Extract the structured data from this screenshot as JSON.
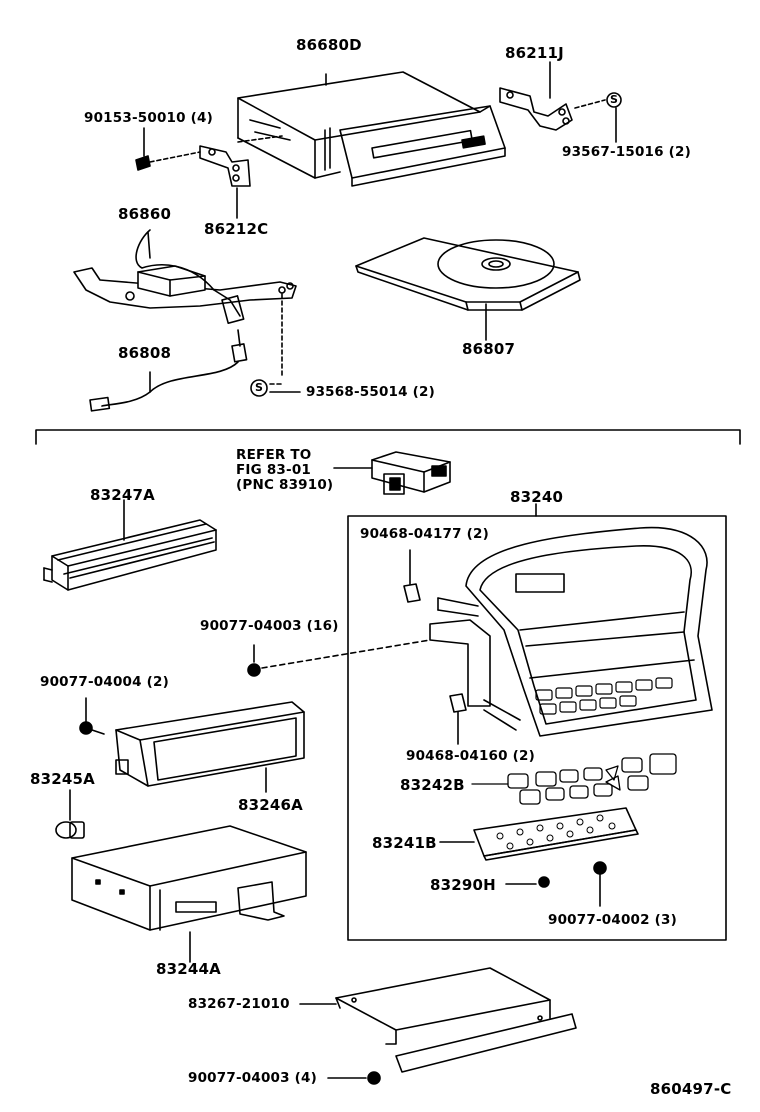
{
  "labels": {
    "p86680D": "86680D",
    "p86211J": "86211J",
    "p90153": "90153-50010 (4)",
    "p93567": "93567-15016 (2)",
    "p86212C": "86212C",
    "p86860": "86860",
    "p86807": "86807",
    "p86808": "86808",
    "p93568": "93568-55014 (2)",
    "refer_line1": "REFER TO",
    "refer_line2": "FIG 83-01",
    "refer_line3": "(PNC 83910)",
    "p83247A": "83247A",
    "p83240": "83240",
    "p90468_04177": "90468-04177 (2)",
    "p90077_04003_16": "90077-04003 (16)",
    "p90077_04004": "90077-04004 (2)",
    "p90468_04160": "90468-04160 (2)",
    "p83245A": "83245A",
    "p83246A": "83246A",
    "p83242B": "83242B",
    "p83241B": "83241B",
    "p83290H": "83290H",
    "p90077_04002": "90077-04002 (3)",
    "p83244A": "83244A",
    "p83267": "83267-21010",
    "p90077_04003_4": "90077-04003 (4)",
    "figure_id": "860497-C"
  },
  "symbols": {
    "s_mark": "S"
  }
}
